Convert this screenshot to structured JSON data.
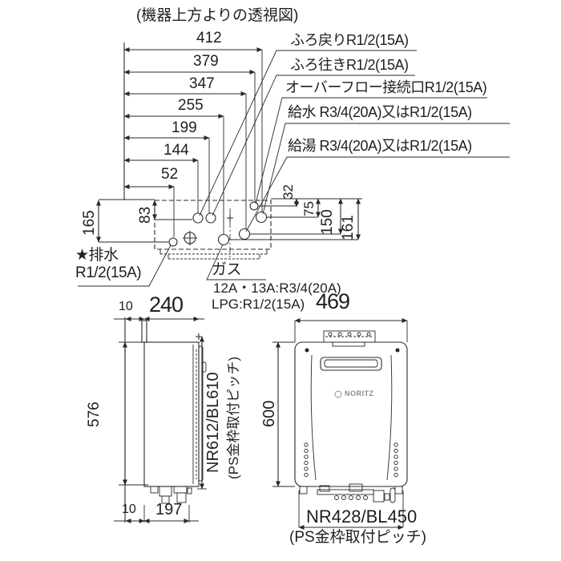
{
  "title": "(機器上方よりの透視図)",
  "top_view": {
    "horizontal_dims": [
      "412",
      "379",
      "347",
      "255",
      "199",
      "144",
      "52"
    ],
    "left_depth_dims": [
      "165",
      "83"
    ],
    "right_depth_dims": [
      "32",
      "75",
      "150",
      "161"
    ],
    "labels": {
      "furo_modori": "ふろ戻りR1/2(15A)",
      "furo_yuki": "ふろ往きR1/2(15A)",
      "overflow": "オーバーフロー接続口R1/2(15A)",
      "kyusui": "給水 R3/4(20A)又はR1/2(15A)",
      "kyuto": "給湯 R3/4(20A)又はR1/2(15A)",
      "drain_star": "★排水",
      "drain_size": "R1/2(15A)",
      "gas": "ガス",
      "gas_city": "12A・13A:R3/4(20A)",
      "gas_lpg": "LPG:R1/2(15A)"
    }
  },
  "side_view": {
    "gap_top": "10",
    "depth": "240",
    "height": "576",
    "gap_bottom": "10",
    "depth_bottom": "197",
    "pitch": "NR612/BL610",
    "pitch_note": "(PS金枠取付ピッチ)"
  },
  "front_view": {
    "width": "469",
    "height": "600",
    "pitch": "NR428/BL450",
    "pitch_note": "(PS金枠取付ピッチ)",
    "brand": "NORITZ"
  }
}
